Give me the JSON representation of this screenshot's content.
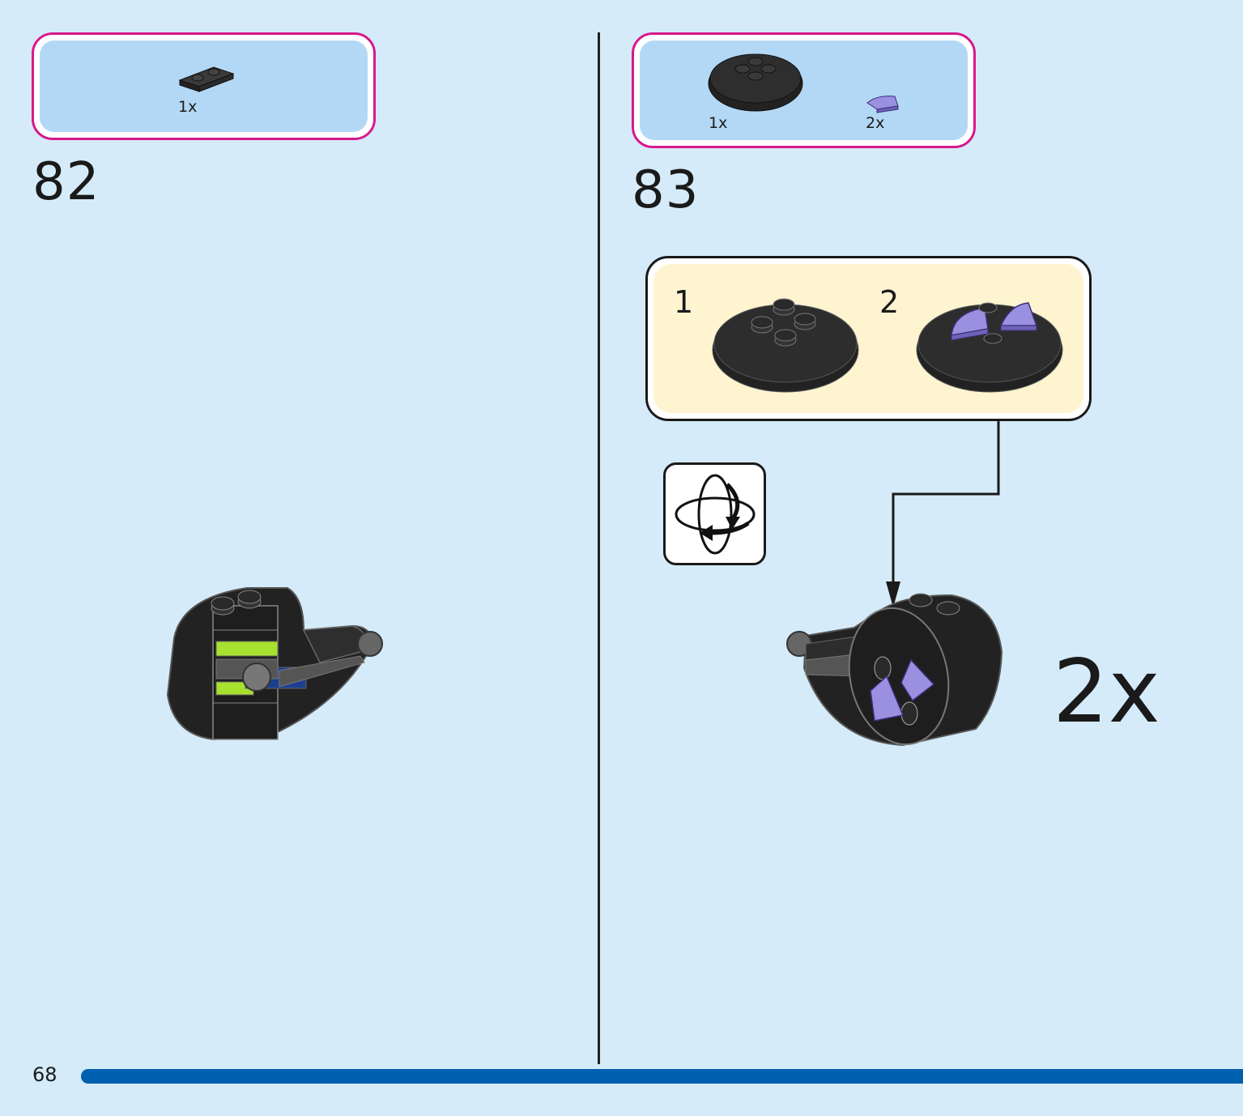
{
  "page": {
    "number": "68",
    "progress_fraction": 1.0
  },
  "steps": [
    {
      "number": "82",
      "parts": [
        {
          "name": "dark-gray-plate-1x2",
          "qty": "1x"
        }
      ]
    },
    {
      "number": "83",
      "parts": [
        {
          "name": "black-round-plate-4x4",
          "qty": "1x"
        },
        {
          "name": "lavender-tile-quarter-round",
          "qty": "2x"
        }
      ],
      "substeps": [
        {
          "label": "1"
        },
        {
          "label": "2"
        }
      ],
      "icon": "rotate-model-icon",
      "multiplier": "2x"
    }
  ],
  "colors": {
    "background": "#d5ebf9",
    "parts_box_border": "#d8198c",
    "parts_box_fill": "#b3d8f5",
    "substep_fill": "#fff4d0",
    "progress_bar": "#0060b0",
    "lavender": "#9b8fe0",
    "lime": "#a8e02f"
  }
}
